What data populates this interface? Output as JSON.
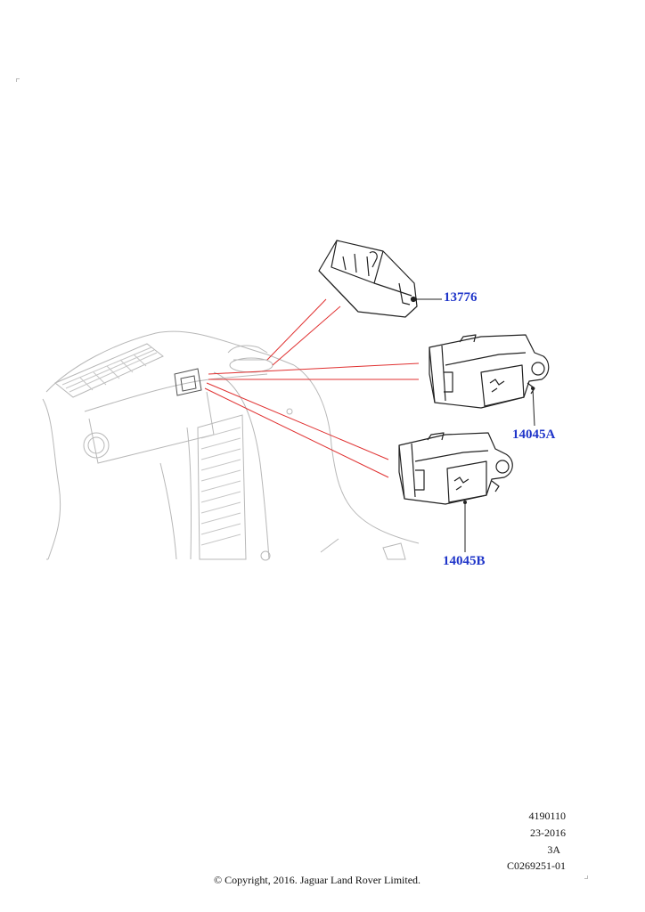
{
  "parts": [
    {
      "id": "p1",
      "label": "13776"
    },
    {
      "id": "p2",
      "label": "14045A"
    },
    {
      "id": "p3",
      "label": "14045B"
    }
  ],
  "meta": {
    "illustration_number": "4190110",
    "model_year": "23-2016",
    "revision": "3A",
    "drawing_code": "C0269251-01"
  },
  "copyright": "© Copyright, 2016. Jaguar Land Rover Limited.",
  "colors": {
    "label": "#1f35c9",
    "leader_line": "#e03030",
    "drawing": "#222222",
    "context_drawing": "#b8b8b8"
  }
}
